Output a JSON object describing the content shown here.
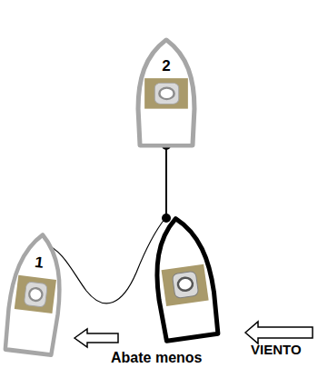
{
  "diagram": {
    "nodes": [
      {
        "text": [
          "2"
        ]
      },
      {
        "text": [
          "1"
        ]
      }
    ],
    "labels": [
      "VIENTO",
      "Abate menos"
    ]
  }
}
